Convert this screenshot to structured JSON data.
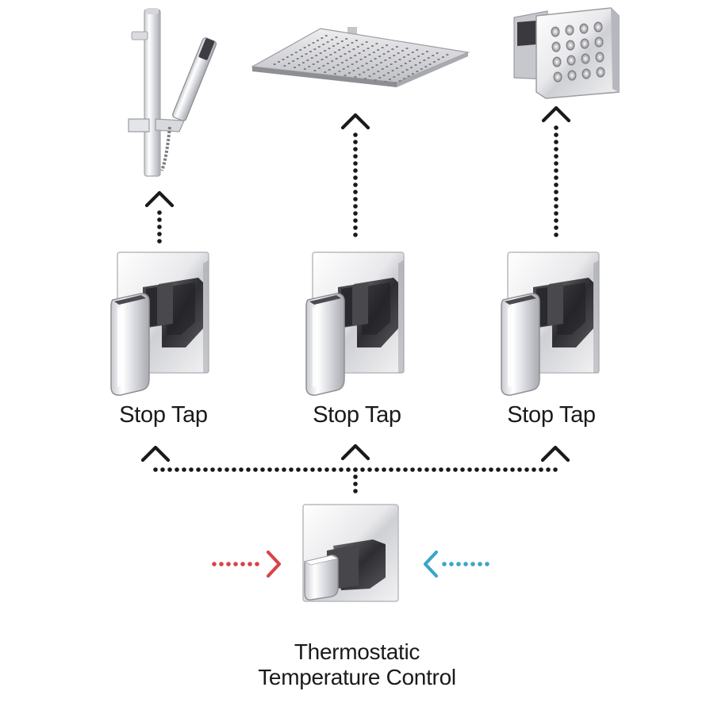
{
  "stop_taps": [
    {
      "label": "Stop Tap"
    },
    {
      "label": "Stop Tap"
    },
    {
      "label": "Stop Tap"
    }
  ],
  "thermostatic_control": {
    "line1": "Thermostatic",
    "line2": "Temperature Control"
  },
  "outlets": [
    "slide-rail-kit-icon",
    "square-shower-head-icon",
    "body-jet-icon"
  ],
  "colors": {
    "hot_water_arrow": "#d9434b",
    "cold_water_arrow": "#3aa6c8",
    "connector": "#1a1a1a",
    "chrome_light": "#f4f4f6",
    "chrome_dark": "#3a3a3e"
  }
}
